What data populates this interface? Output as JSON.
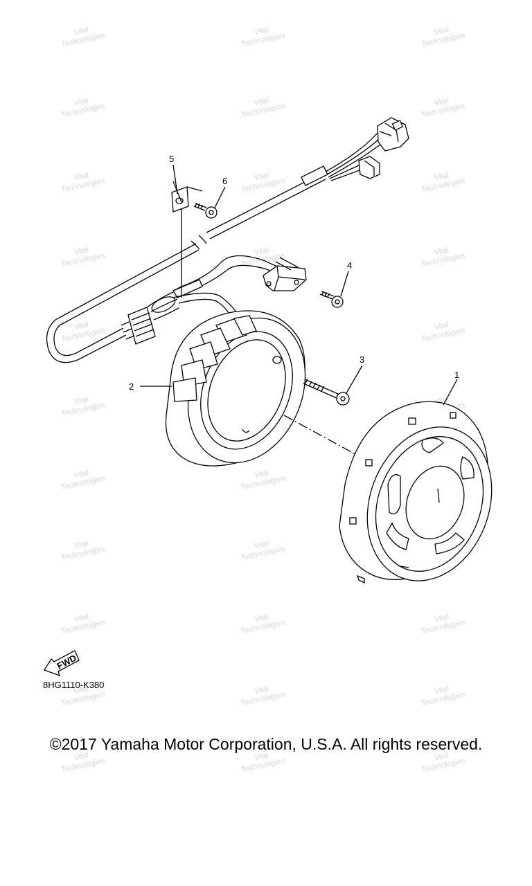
{
  "watermark": [
    "Vital",
    "Technologies"
  ],
  "callouts": [
    "1",
    "2",
    "3",
    "4",
    "5",
    "6"
  ],
  "fwd_label": "FWD",
  "part_code": "8HG1110-K380",
  "copyright": "©2017 Yamaha Motor Corporation, U.S.A. All rights reserved."
}
